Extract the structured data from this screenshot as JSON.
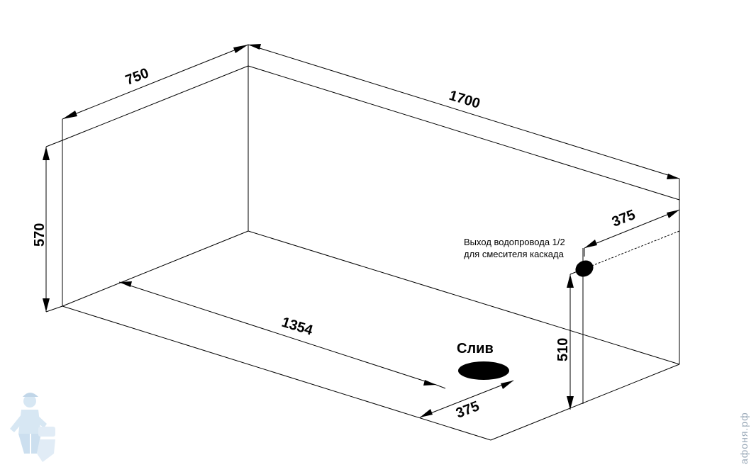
{
  "dimensions": {
    "width": "750",
    "length": "1700",
    "height": "570",
    "drain_distance": "1354",
    "drain_offset": "375",
    "inlet_offset": "375",
    "inlet_height": "510"
  },
  "labels": {
    "drain": "Слив",
    "inlet_line1": "Выход водопровода 1/2",
    "inlet_line2": "для смесителя каскада"
  },
  "watermark": {
    "text": "афоня.рф",
    "logo_icon": "plumber-mascot-icon"
  },
  "colors": {
    "line": "#000000",
    "watermark": "#9aa9b8",
    "logo": "#b8d4ea"
  }
}
